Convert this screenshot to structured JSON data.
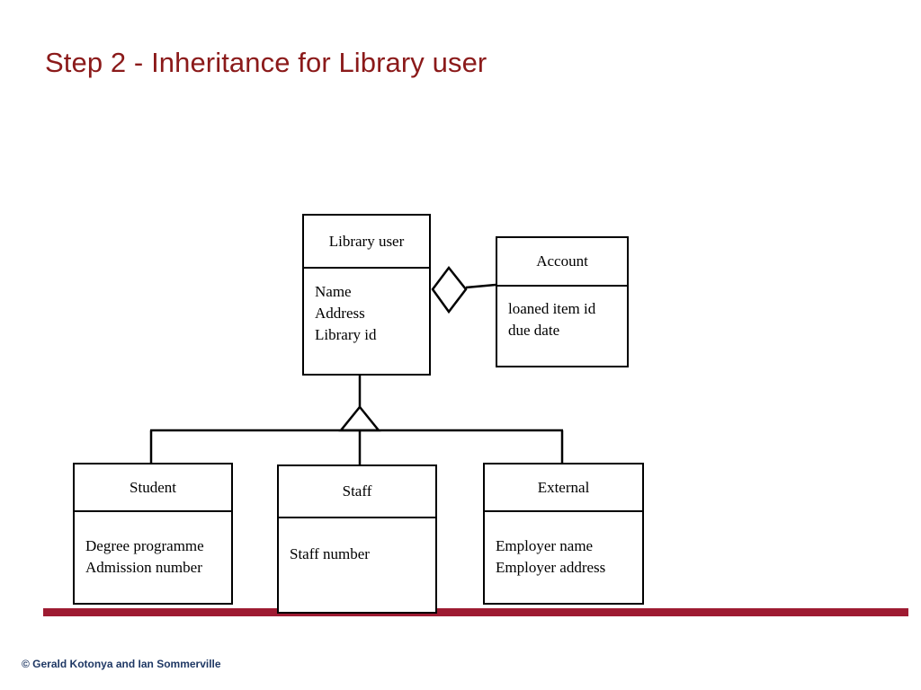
{
  "slide": {
    "title": "Step 2 - Inheritance for Library user",
    "footer_credit": "© Gerald Kotonya and Ian Sommerville",
    "title_color": "#8B1A1A",
    "rule_color": "#9E1B32",
    "footer_color": "#1F3864",
    "line_color": "#000000",
    "background_color": "#FFFFFF"
  },
  "diagram": {
    "type": "uml-class-diagram",
    "classes": {
      "library_user": {
        "name": "Library user",
        "attributes": [
          "Name",
          "Address",
          "Library id"
        ]
      },
      "account": {
        "name": "Account",
        "attributes": [
          "loaned item id",
          "due date"
        ]
      },
      "student": {
        "name": "Student",
        "attributes": [
          "Degree programme",
          "Admission number"
        ]
      },
      "staff": {
        "name": "Staff",
        "attributes": [
          "Staff number"
        ]
      },
      "external": {
        "name": "External",
        "attributes": [
          "Employer name",
          "Employer address"
        ]
      }
    },
    "relationships": [
      {
        "kind": "aggregation",
        "from": "library_user",
        "to": "account",
        "adornment": "hollow-diamond"
      },
      {
        "kind": "generalization",
        "parent": "library_user",
        "children": [
          "student",
          "staff",
          "external"
        ],
        "adornment": "hollow-triangle"
      }
    ]
  }
}
